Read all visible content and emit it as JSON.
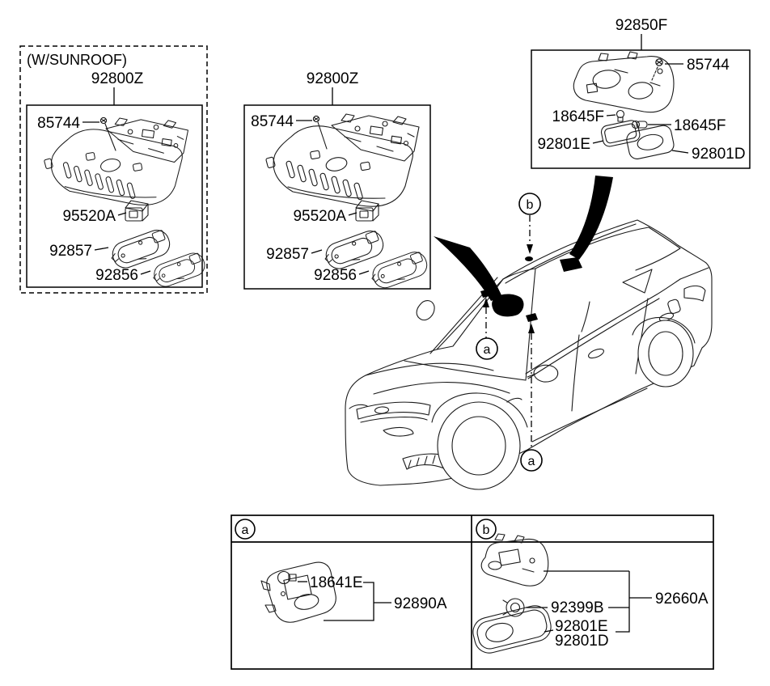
{
  "doc": {
    "bg": "#ffffff",
    "ink": "#000000"
  },
  "sunroof_box": {
    "note": "(W/SUNROOF)",
    "assembly": "92800Z",
    "screw": "85744",
    "switch": "95520A",
    "lamp_a": "92857",
    "lamp_b": "92856"
  },
  "standard_box": {
    "assembly": "92800Z",
    "screw": "85744",
    "switch": "95520A",
    "lamp_a": "92857",
    "lamp_b": "92856"
  },
  "maplamp_box": {
    "assembly": "92850F",
    "screw": "85744",
    "bulb_left": "18645F",
    "bulb_right": "18645F",
    "lens_left": "92801E",
    "lens_right": "92801D"
  },
  "callouts": {
    "a": "a",
    "b": "b"
  },
  "ref_table": {
    "cell_a": {
      "header": "a",
      "bulb": "18641E",
      "assembly": "92890A"
    },
    "cell_b": {
      "header": "b",
      "socket": "92399B",
      "assembly": "92660A",
      "lens_upper": "92801E",
      "lens_lower": "92801D"
    }
  }
}
